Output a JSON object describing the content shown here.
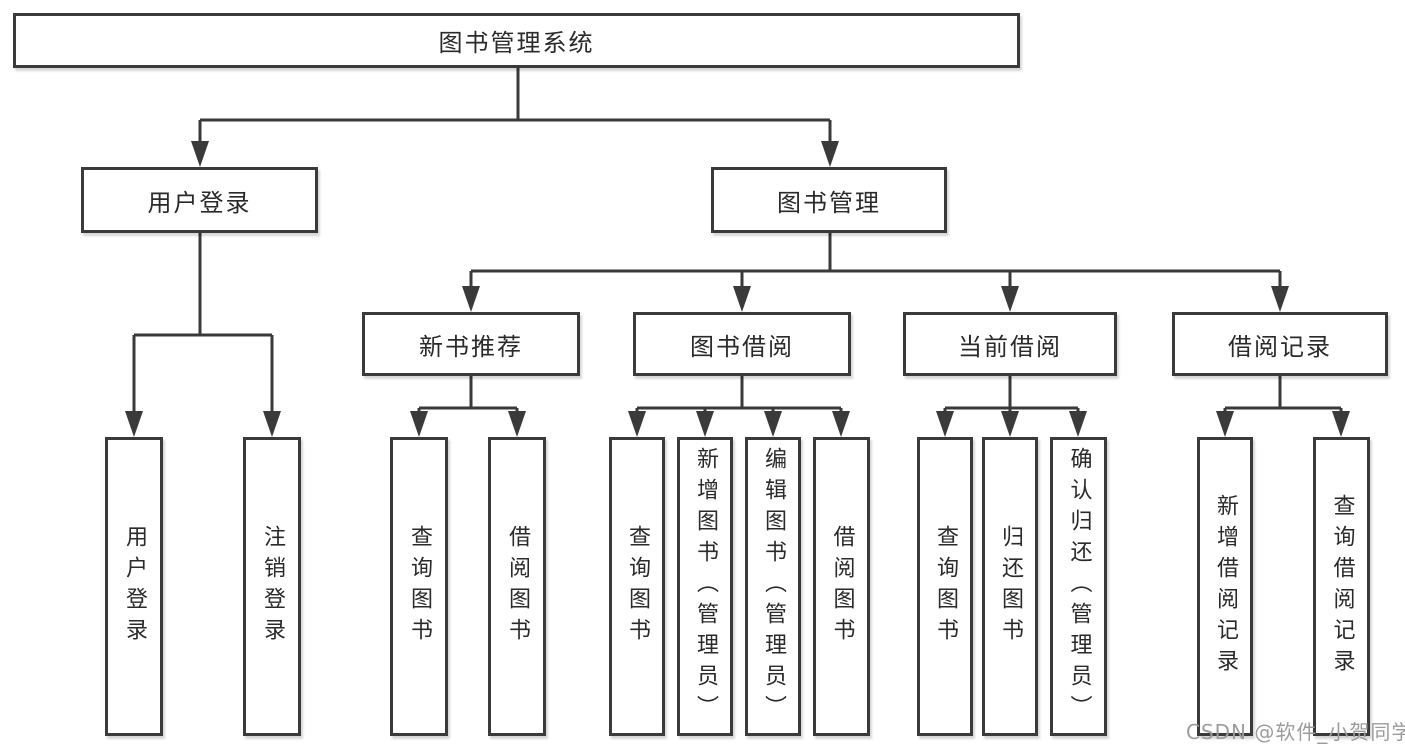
{
  "tree": {
    "label": "图书管理系统",
    "children": [
      {
        "label": "用户登录",
        "children": [
          {
            "label": "用户登录"
          },
          {
            "label": "注销登录"
          }
        ]
      },
      {
        "label": "图书管理",
        "children": [
          {
            "label": "新书推荐",
            "children": [
              {
                "label": "查询图书"
              },
              {
                "label": "借阅图书"
              }
            ]
          },
          {
            "label": "图书借阅",
            "children": [
              {
                "label": "查询图书"
              },
              {
                "label": "新增图书（管理员）"
              },
              {
                "label": "编辑图书（管理员）"
              },
              {
                "label": "借阅图书"
              }
            ]
          },
          {
            "label": "当前借阅",
            "children": [
              {
                "label": "查询图书"
              },
              {
                "label": "归还图书"
              },
              {
                "label": "确认归还（管理员）"
              }
            ]
          },
          {
            "label": "借阅记录",
            "children": [
              {
                "label": "新增借阅记录"
              },
              {
                "label": "查询借阅记录"
              }
            ]
          }
        ]
      }
    ]
  },
  "watermark": {
    "text": "CSDN @软件_小贺同学"
  },
  "colors": {
    "line": "#3a3a3a",
    "text": "#2a2a2a",
    "box_background": "#ffffff",
    "watermark": "#9c9c9c"
  }
}
